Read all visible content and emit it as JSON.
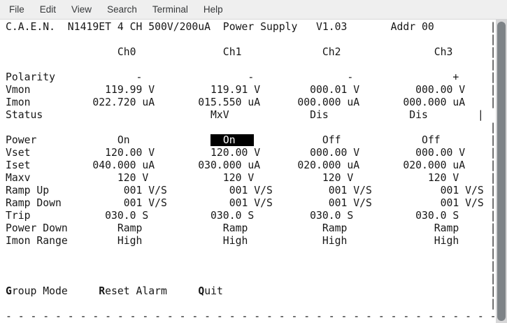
{
  "menubar": {
    "items": [
      "File",
      "Edit",
      "View",
      "Search",
      "Terminal",
      "Help"
    ]
  },
  "title_line": {
    "vendor": "C.A.E.N.",
    "model": "N1419ET 4 CH 500V/200uA",
    "description": "Power Supply",
    "version": "V1.03",
    "address": "Addr 00"
  },
  "table": {
    "columns": [
      "Ch0",
      "Ch1",
      "Ch2",
      "Ch3"
    ],
    "rows": [
      {
        "label": "Polarity",
        "values": [
          "-",
          "-",
          "-",
          "+"
        ]
      },
      {
        "label": "Vmon",
        "values": [
          "119.99 V",
          "119.91 V",
          "000.01 V",
          "000.00 V"
        ]
      },
      {
        "label": "Imon",
        "values": [
          "022.720 uA",
          "015.550 uA",
          "000.000 uA",
          "000.000 uA"
        ]
      },
      {
        "label": "Status",
        "values": [
          "",
          "MxV",
          "Dis",
          "Dis"
        ]
      },
      {
        "label": "Power",
        "values": [
          "On",
          "On",
          "Off",
          "Off"
        ],
        "highlighted_channel": "Ch1"
      },
      {
        "label": "Vset",
        "values": [
          "120.00 V",
          "120.00 V",
          "000.00 V",
          "000.00 V"
        ]
      },
      {
        "label": "Iset",
        "values": [
          "040.000 uA",
          "030.000 uA",
          "020.000 uA",
          "020.000 uA"
        ]
      },
      {
        "label": "Maxv",
        "values": [
          "120 V",
          "120 V",
          "120 V",
          "120 V"
        ]
      },
      {
        "label": "Ramp Up",
        "values": [
          "001 V/S",
          "001 V/S",
          "001 V/S",
          "001 V/S"
        ]
      },
      {
        "label": "Ramp Down",
        "values": [
          "001 V/S",
          "001 V/S",
          "001 V/S",
          "001 V/S"
        ]
      },
      {
        "label": "Trip",
        "values": [
          "030.0 S",
          "030.0 S",
          "030.0 S",
          "030.0 S"
        ]
      },
      {
        "label": "Power Down",
        "values": [
          "Ramp",
          "Ramp",
          "Ramp",
          "Ramp"
        ]
      },
      {
        "label": "Imon Range",
        "values": [
          "High",
          "High",
          "High",
          "High"
        ]
      }
    ]
  },
  "footer_commands": [
    {
      "hotkey": "G",
      "label": "Group Mode"
    },
    {
      "hotkey": "R",
      "label": "Reset Alarm"
    },
    {
      "hotkey": "Q",
      "label": "Quit"
    }
  ],
  "colors": {
    "terminal_bg": "#ffffff",
    "terminal_fg": "#171717",
    "inverse_bg": "#000000",
    "inverse_fg": "#ffffff",
    "menubar_bg": "#efefef",
    "scrollbar_thumb": "#7e8387"
  },
  "screen_lines": [
    {
      "name": "title-line",
      "segs": [
        [
          "C.A.E.N.  N1419ET 4 CH 500V/200uA  Power Supply   V1.03       Addr 00         |",
          "n"
        ]
      ]
    },
    {
      "name": "blank-line",
      "segs": [
        [
          "                                                                              |",
          "n"
        ]
      ]
    },
    {
      "name": "channel-header-line",
      "segs": [
        [
          "                  Ch0              Ch1             Ch2               Ch3      |",
          "n"
        ]
      ]
    },
    {
      "name": "blank-line",
      "segs": [
        [
          "                                                                              |",
          "n"
        ]
      ]
    },
    {
      "name": "row-polarity",
      "segs": [
        [
          "Polarity             -                 -               -                +     |",
          "n"
        ]
      ]
    },
    {
      "name": "row-vmon",
      "segs": [
        [
          "Vmon            119.99 V         119.91 V        000.01 V         000.00 V    |",
          "n"
        ]
      ]
    },
    {
      "name": "row-imon",
      "segs": [
        [
          "Imon          022.720 uA       015.550 uA      000.000 uA       000.000 uA    |",
          "n"
        ]
      ]
    },
    {
      "name": "row-status",
      "segs": [
        [
          "Status                           MxV             Dis             Dis        |",
          "n"
        ]
      ]
    },
    {
      "name": "blank-line",
      "segs": [
        [
          "                                                                              |",
          "n"
        ]
      ]
    },
    {
      "name": "row-power",
      "segs": [
        [
          "Power             On             ",
          "n"
        ],
        [
          "  On   ",
          "i"
        ],
        [
          "           Off             Off        |",
          "n"
        ]
      ]
    },
    {
      "name": "row-vset",
      "segs": [
        [
          "Vset            120.00 V         120.00 V        000.00 V         000.00 V    |",
          "n"
        ]
      ]
    },
    {
      "name": "row-iset",
      "segs": [
        [
          "Iset          040.000 uA       030.000 uA      020.000 uA       020.000 uA    |",
          "n"
        ]
      ]
    },
    {
      "name": "row-maxv",
      "segs": [
        [
          "Maxv              120 V            120 V           120 V            120 V     |",
          "n"
        ]
      ]
    },
    {
      "name": "row-ramp-up",
      "segs": [
        [
          "Ramp Up            001 V/S          001 V/S         001 V/S           001 V/S |",
          "n"
        ]
      ]
    },
    {
      "name": "row-ramp-down",
      "segs": [
        [
          "Ramp Down          001 V/S          001 V/S         001 V/S           001 V/S |",
          "n"
        ]
      ]
    },
    {
      "name": "row-trip",
      "segs": [
        [
          "Trip            030.0 S          030.0 S         030.0 S          030.0 S     |",
          "n"
        ]
      ]
    },
    {
      "name": "row-power-down",
      "segs": [
        [
          "Power Down        Ramp             Ramp            Ramp              Ramp     |",
          "n"
        ]
      ]
    },
    {
      "name": "row-imon-range",
      "segs": [
        [
          "Imon Range        High             High            High              High     |",
          "n"
        ]
      ]
    },
    {
      "name": "blank-line",
      "segs": [
        [
          "                                                                              |",
          "n"
        ]
      ]
    },
    {
      "name": "blank-line",
      "segs": [
        [
          "                                                                              |",
          "n"
        ]
      ]
    },
    {
      "name": "blank-line",
      "segs": [
        [
          "                                                                              |",
          "n"
        ]
      ]
    },
    {
      "name": "command-line",
      "segs": [
        [
          "G",
          "b"
        ],
        [
          "roup Mode     ",
          "n"
        ],
        [
          "R",
          "b"
        ],
        [
          "eset Alarm     ",
          "n"
        ],
        [
          "Q",
          "b"
        ],
        [
          "uit                                           |",
          "n"
        ]
      ]
    },
    {
      "name": "blank-line",
      "segs": [
        [
          "                                                                              |",
          "n"
        ]
      ]
    },
    {
      "name": "separator-line",
      "segs": [
        [
          "- - - - - - - - - - - - - - - - - - - - - - - - - - - - - - - - - - - - - - - -",
          "n"
        ]
      ]
    }
  ]
}
